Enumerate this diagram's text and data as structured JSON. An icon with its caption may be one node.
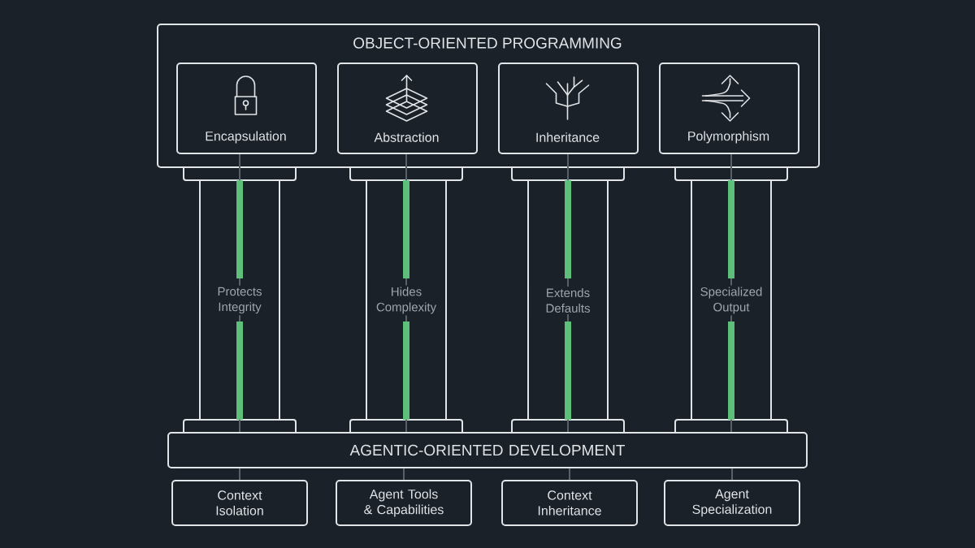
{
  "diagram": {
    "nodes": [
      {
        "text": [
          "OBJECT-ORIENTED PROGRAMMING"
        ]
      },
      {
        "text": [
          "Encapsulation"
        ],
        "in": 0
      },
      {
        "text": [
          "Abstraction"
        ],
        "in": 0
      },
      {
        "text": [
          "Inheritance"
        ],
        "in": 0
      },
      {
        "text": [
          "Polymorphism"
        ],
        "in": 0
      },
      {
        "text": [
          "AGENTIC-ORIENTED DEVELOPMENT"
        ]
      },
      {
        "text": [
          "Context Isolation"
        ]
      },
      {
        "text": [
          "Agent Tools & Capabilities"
        ]
      },
      {
        "text": [
          "Context Inheritance"
        ]
      },
      {
        "text": [
          "Agent Specialization"
        ]
      }
    ],
    "edges": [
      {
        "from": 1,
        "to": 5,
        "arrow": "none",
        "label": "Protects Integrity"
      },
      {
        "from": 2,
        "to": 5,
        "arrow": "none",
        "label": "Hides Complexity"
      },
      {
        "from": 3,
        "to": 5,
        "arrow": "none",
        "label": "Extends Defaults"
      },
      {
        "from": 4,
        "to": 5,
        "arrow": "none",
        "label": "Specialized Output"
      },
      {
        "from": 5,
        "to": 6,
        "arrow": "none"
      },
      {
        "from": 5,
        "to": 7,
        "arrow": "none"
      },
      {
        "from": 5,
        "to": 8,
        "arrow": "none"
      },
      {
        "from": 5,
        "to": 9,
        "arrow": "none"
      }
    ]
  }
}
